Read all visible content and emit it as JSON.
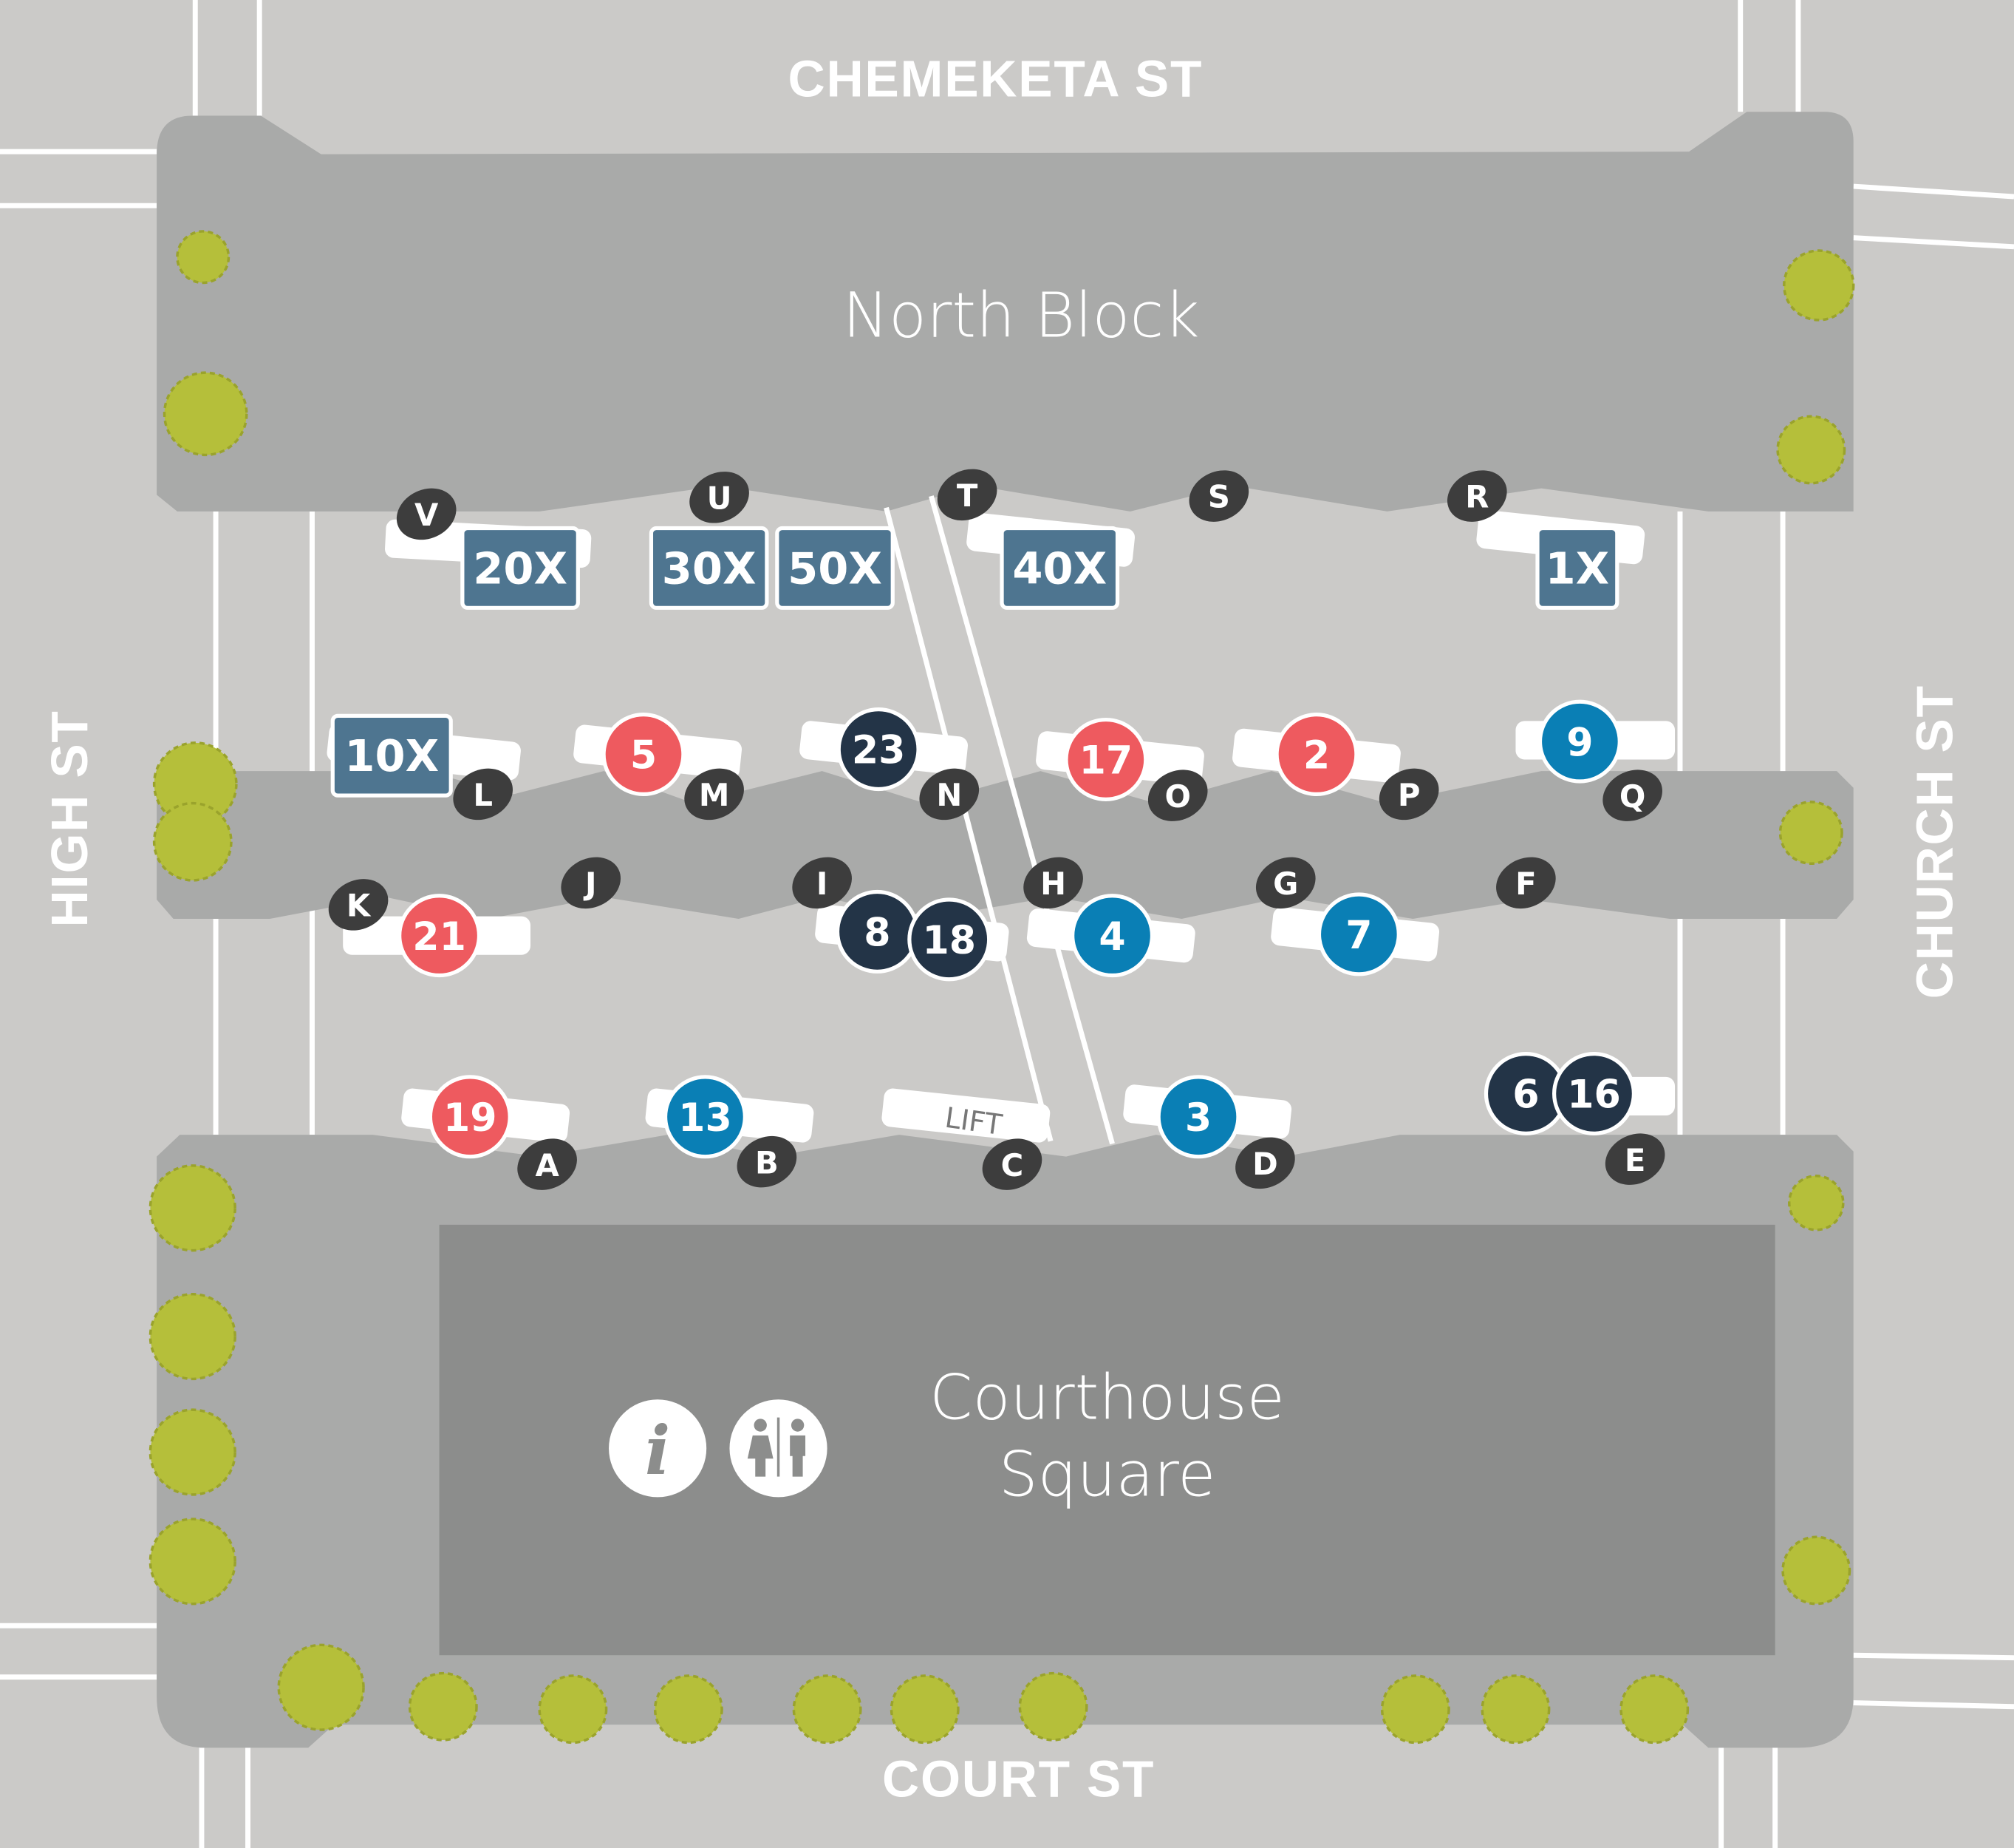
{
  "streets": {
    "north": "CHEMEKETA ST",
    "south": "COURT ST",
    "west": "HIGH ST",
    "east": "CHURCH ST"
  },
  "areas": {
    "north_block": "North Block",
    "courthouse_line1": "Courthouse",
    "courthouse_line2": "Square"
  },
  "lift_label": "LIFT",
  "icons": [
    "info-icon",
    "restroom-icon"
  ],
  "colors": {
    "background": "#cbcac8",
    "block": "#a9aaa9",
    "courthouse": "#8c8d8c",
    "route_red": "#ee5a5f",
    "route_blue": "#0a7fb5",
    "route_navy": "#233447",
    "express": "#4e7590",
    "bay": "#3d3d3d",
    "tree": "#b5bf3a"
  },
  "express_routes": [
    "20X",
    "30X",
    "50X",
    "40X",
    "1X",
    "10X"
  ],
  "routes": [
    {
      "label": "5",
      "color": "red"
    },
    {
      "label": "23",
      "color": "navy"
    },
    {
      "label": "17",
      "color": "red"
    },
    {
      "label": "2",
      "color": "red"
    },
    {
      "label": "9",
      "color": "blue"
    },
    {
      "label": "21",
      "color": "red"
    },
    {
      "label": "8",
      "color": "navy"
    },
    {
      "label": "18",
      "color": "navy"
    },
    {
      "label": "4",
      "color": "blue"
    },
    {
      "label": "7",
      "color": "blue"
    },
    {
      "label": "19",
      "color": "red"
    },
    {
      "label": "13",
      "color": "blue"
    },
    {
      "label": "3",
      "color": "blue"
    },
    {
      "label": "6",
      "color": "navy"
    },
    {
      "label": "16",
      "color": "navy"
    }
  ],
  "bays": [
    "V",
    "U",
    "T",
    "S",
    "R",
    "L",
    "M",
    "N",
    "O",
    "P",
    "Q",
    "K",
    "J",
    "I",
    "H",
    "G",
    "F",
    "A",
    "B",
    "C",
    "D",
    "E"
  ]
}
